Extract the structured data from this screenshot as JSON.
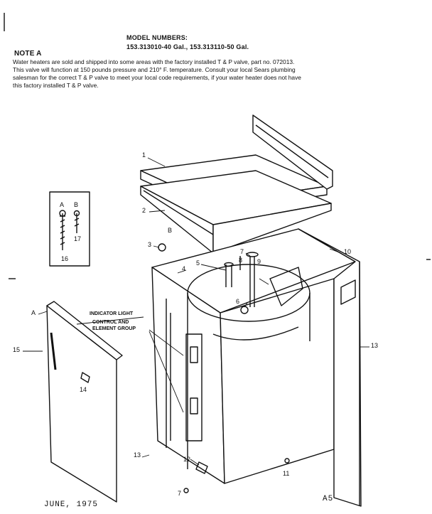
{
  "header": {
    "model_numbers_label": "MODEL NUMBERS:",
    "model_numbers": "153.313010-40 Gal., 153.313110-50 Gal.",
    "note_title": "NOTE A",
    "note_lines": [
      "Water heaters are sold and shipped into some areas with the factory installed T & P valve, part no. 072013.",
      "This valve will function at 150 pounds pressure and 210° F. temperature.  Consult your local Sears plumbing",
      "salesman for the correct T & P valve to meet your local code requirements, if your water heater does not have",
      "this factory installed T & P valve."
    ]
  },
  "inset": {
    "label_a": "A",
    "label_b": "B",
    "num_16": "16",
    "num_17": "17"
  },
  "callouts": {
    "indicator_light": "INDICATOR LIGHT",
    "control_line1": "CONTROL AND",
    "control_line2": "ELEMENT GROUP",
    "n1": "1",
    "n2": "2",
    "n3": "3",
    "n4": "4",
    "n5": "5",
    "n6": "6",
    "n7": "7",
    "n8": "8",
    "n9": "9",
    "n10": "10",
    "n11": "11",
    "n12": "12",
    "n13": "13",
    "n13b": "13",
    "n14": "14",
    "n15": "15",
    "letter_a": "A",
    "letter_b": "B"
  },
  "footer": {
    "date": "JUNE, 1975",
    "page": "A5"
  }
}
